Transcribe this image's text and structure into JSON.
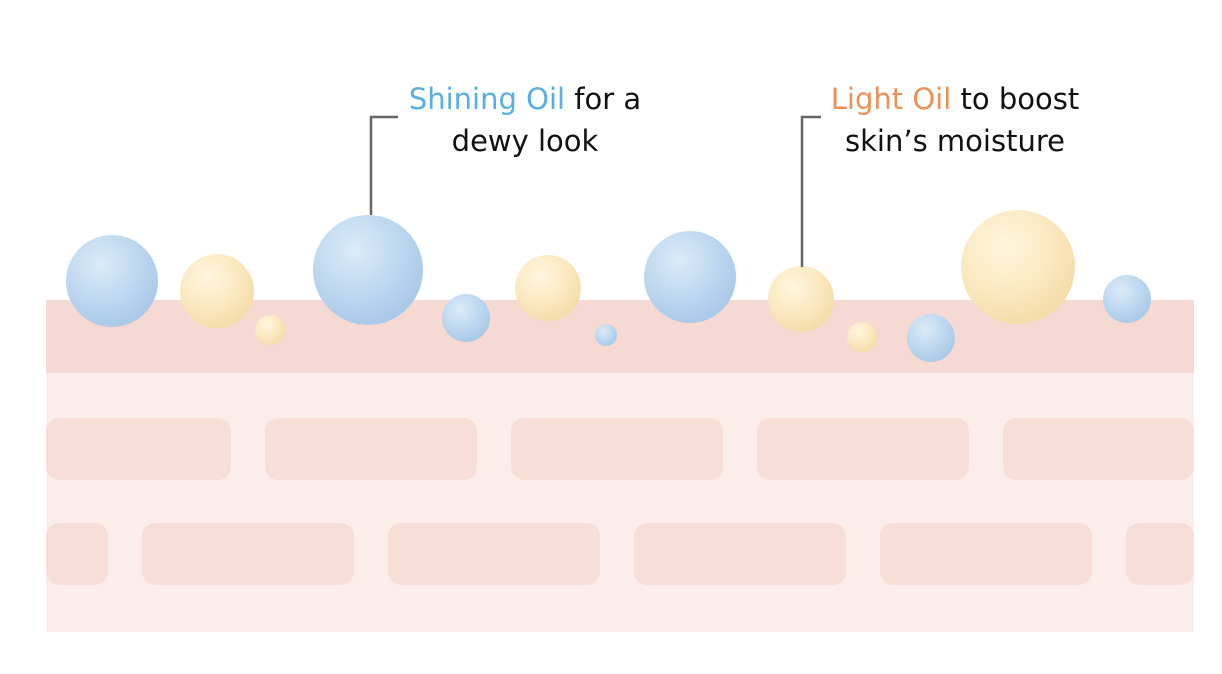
{
  "colors": {
    "background": "#ffffff",
    "skin_top": "#f6d9d2",
    "skin_body": "#fbeeea",
    "cell": "#f7dfd8",
    "oil_blue": "#bcd7f0",
    "oil_yellow": "#fbe8c0",
    "leader": "#666666",
    "highlight_blue": "#5aaee6",
    "highlight_orange": "#ec915a",
    "text": "#111111"
  },
  "callouts": [
    {
      "highlight": "Shining Oil",
      "rest_line1": " for a",
      "line2": "dewy look"
    },
    {
      "highlight": "Light Oil",
      "rest_line1": " to boost",
      "line2": "skin’s moisture"
    }
  ]
}
